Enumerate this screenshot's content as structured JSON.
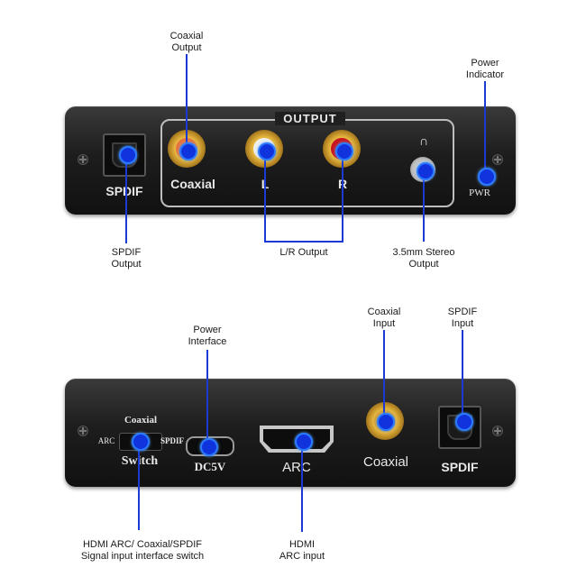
{
  "top_panel": {
    "output_title": "OUTPUT",
    "spdif_label": "SPDIF",
    "coaxial_label": "Coaxial",
    "left_label": "L",
    "right_label": "R",
    "pwr_label": "PWR"
  },
  "bottom_panel": {
    "switch_top_label": "Coaxial",
    "switch_left_label": "ARC",
    "switch_right_label": "SPDIF",
    "switch_label": "Switch",
    "dc_label": "DC5V",
    "arc_label": "ARC",
    "coaxial_label": "Coaxial",
    "spdif_label": "SPDIF"
  },
  "callouts": {
    "coaxial_output": "Coaxial\nOutput",
    "power_indicator": "Power\nIndicator",
    "spdif_output": "SPDIF\nOutput",
    "lr_output": "L/R Output",
    "stereo_output": "3.5mm Stereo\nOutput",
    "power_interface": "Power\nInterface",
    "coaxial_input": "Coaxial\nInput",
    "spdif_input": "SPDIF\nInput",
    "input_switch": "HDMI ARC/ Coaxial/SPDIF\nSignal input interface switch",
    "hdmi_arc_input": "HDMI\nARC input"
  },
  "colors": {
    "pointer": "#1a3ad6",
    "marker": "#1133dd"
  }
}
